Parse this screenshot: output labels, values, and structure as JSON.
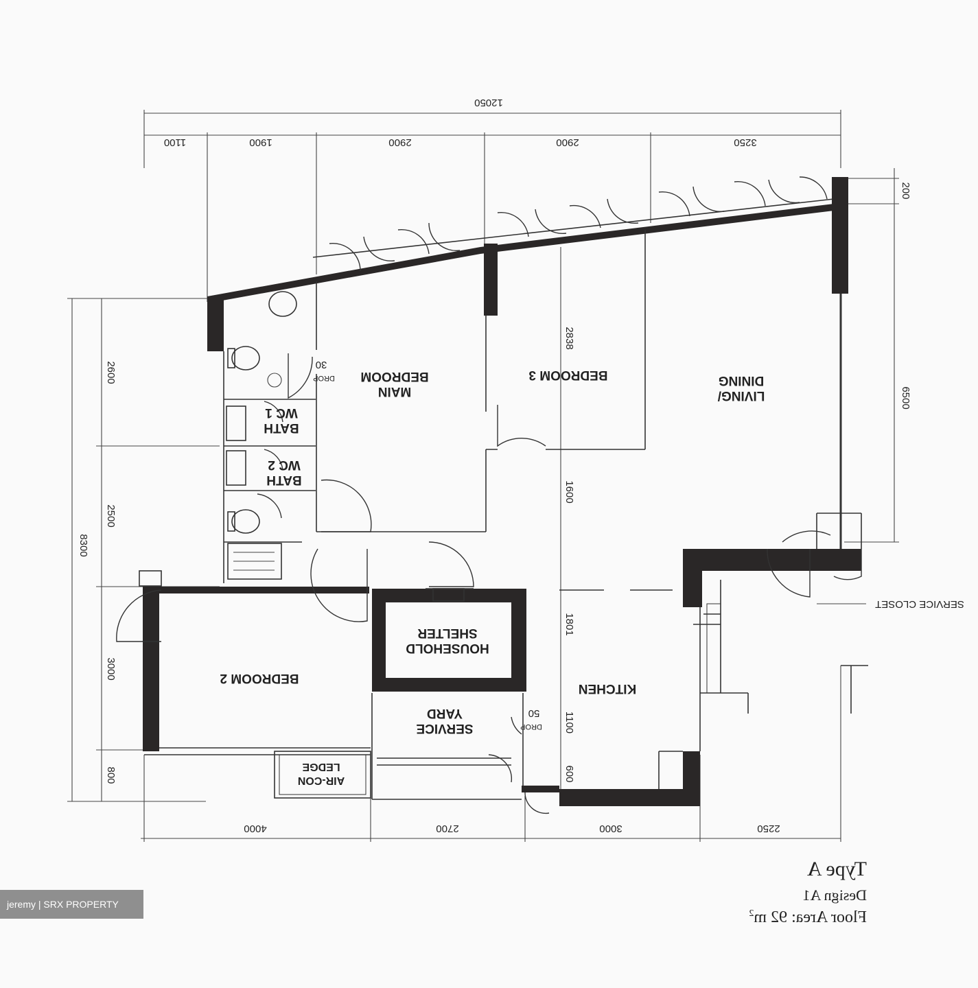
{
  "plan": {
    "overall_width": "12050",
    "top_dims": [
      "1100",
      "1900",
      "2900",
      "2900",
      "3250"
    ],
    "bottom_dims": [
      "4000",
      "2700",
      "3000",
      "2250"
    ],
    "left_overall": "8300",
    "left_dims": [
      "2600",
      "2500",
      "3000",
      "800"
    ],
    "right_dims": [
      "200",
      "6500"
    ],
    "interior_dims": [
      "2838",
      "1600",
      "1801",
      "1100",
      "600"
    ],
    "drop_labels": [
      "30",
      "DROP",
      "50",
      "DROP"
    ],
    "rooms": {
      "main_bedroom": [
        "MAIN",
        "BEDROOM"
      ],
      "bedroom3": "BEDROOM 3",
      "living_dining": [
        "LIVING/",
        "DINING"
      ],
      "bath_wc1": [
        "BATH",
        "WC 1"
      ],
      "bath_wc2": [
        "BATH",
        "WC 2"
      ],
      "bedroom2": "BEDROOM 2",
      "household_shelter": [
        "HOUSEHOLD",
        "SHELTER"
      ],
      "service_yard": [
        "SERVICE",
        "YARD"
      ],
      "kitchen": "KITCHEN",
      "aircon_ledge": [
        "AIR-CON",
        "LEDGE"
      ],
      "service_closet": "SERVICE CLOSET"
    }
  },
  "legend": {
    "type": "Type A",
    "design": "Design A1",
    "area_prefix": "Floor Area: 92 m",
    "area_sup": "2"
  },
  "watermark": "jeremy | SRX PROPERTY"
}
